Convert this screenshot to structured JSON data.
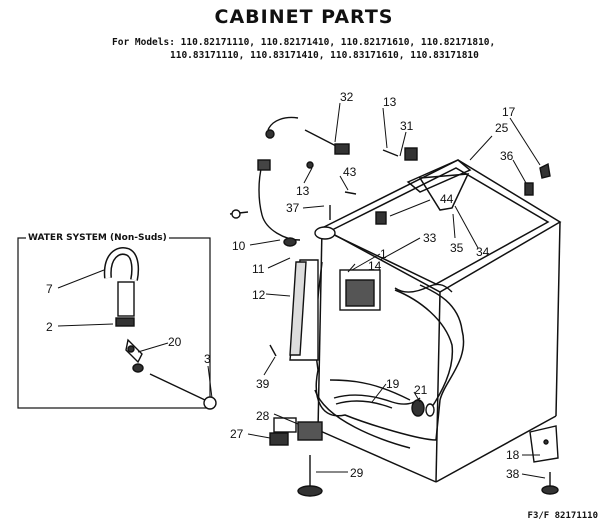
{
  "title": "CABINET PARTS",
  "models": {
    "prefix": "For Models:",
    "line1": "110.82171110, 110.82171410, 110.82171610, 110.82171810,",
    "line2": "110.83171110, 110.83171410, 110.83171610, 110.83171810"
  },
  "water_system_label": "WATER SYSTEM (Non-Suds)",
  "footer_code": "F3/F 82171110",
  "callouts": [
    "32",
    "13",
    "31",
    "17",
    "25",
    "36",
    "13",
    "43",
    "37",
    "44",
    "35",
    "34",
    "10",
    "33",
    "1",
    "14",
    "11",
    "12",
    "7",
    "2",
    "20",
    "3",
    "39",
    "19",
    "21",
    "28",
    "27",
    "29",
    "18",
    "38"
  ]
}
